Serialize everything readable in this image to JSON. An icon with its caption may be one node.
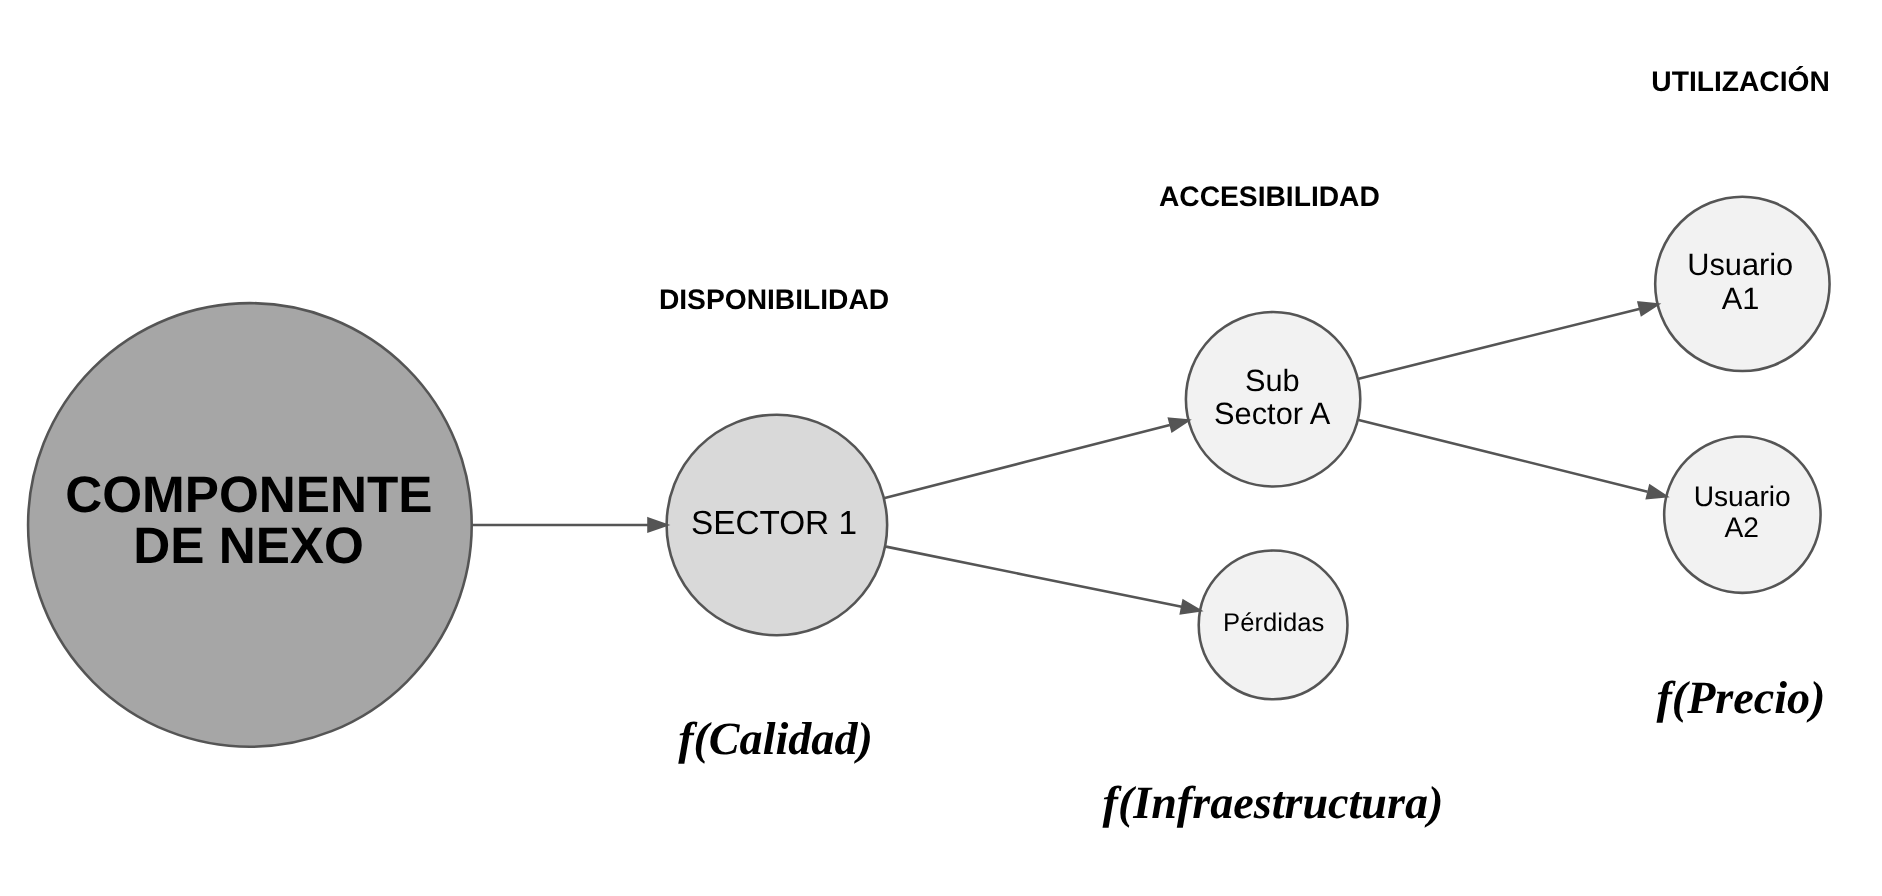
{
  "diagram": {
    "nodes": [
      {
        "text": [
          "COMPONENTE DE NEXO"
        ]
      },
      {
        "text": [
          "SECTOR 1"
        ]
      },
      {
        "text": [
          "Sub Sector A"
        ]
      },
      {
        "text": [
          "Pérdidas"
        ]
      },
      {
        "text": [
          "Usuario A1"
        ]
      },
      {
        "text": [
          "Usuario A2"
        ]
      }
    ],
    "edges": [
      {
        "from": 0,
        "to": 1,
        "arrow": "to"
      },
      {
        "from": 1,
        "to": 2,
        "arrow": "to"
      },
      {
        "from": 1,
        "to": 3,
        "arrow": "to"
      },
      {
        "from": 2,
        "to": 4,
        "arrow": "to"
      },
      {
        "from": 2,
        "to": 5,
        "arrow": "to"
      }
    ],
    "labels": [
      "DISPONIBILIDAD",
      "ACCESIBILIDAD",
      "UTILIZACIÓN",
      "f(Calidad)",
      "f(Infraestructura)",
      "f(Precio)"
    ]
  }
}
